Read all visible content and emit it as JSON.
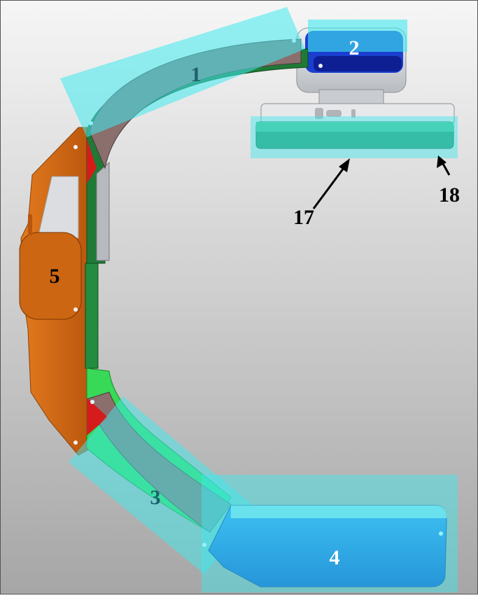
{
  "labels": {
    "part_1": "1",
    "part_2": "2",
    "part_3": "3",
    "part_4": "4",
    "part_5": "5",
    "part_17": "17",
    "part_18": "18"
  },
  "colors": {
    "background_top": "#f4f4f4",
    "background_bottom": "#a9a9a9",
    "highlight_cyan": "#3fe9ee",
    "orange_frame": "#d96c12",
    "green_frame": "#1f8a3a",
    "light_green_frame": "#33d94f",
    "brown_panel": "#8a6f6d",
    "blue_detector": "#1f6fe0",
    "dark_blue_tube": "#1028b0",
    "silver_housing": "#cfd2d6",
    "red_accent": "#d61b1b",
    "arrow_black": "#000000"
  }
}
